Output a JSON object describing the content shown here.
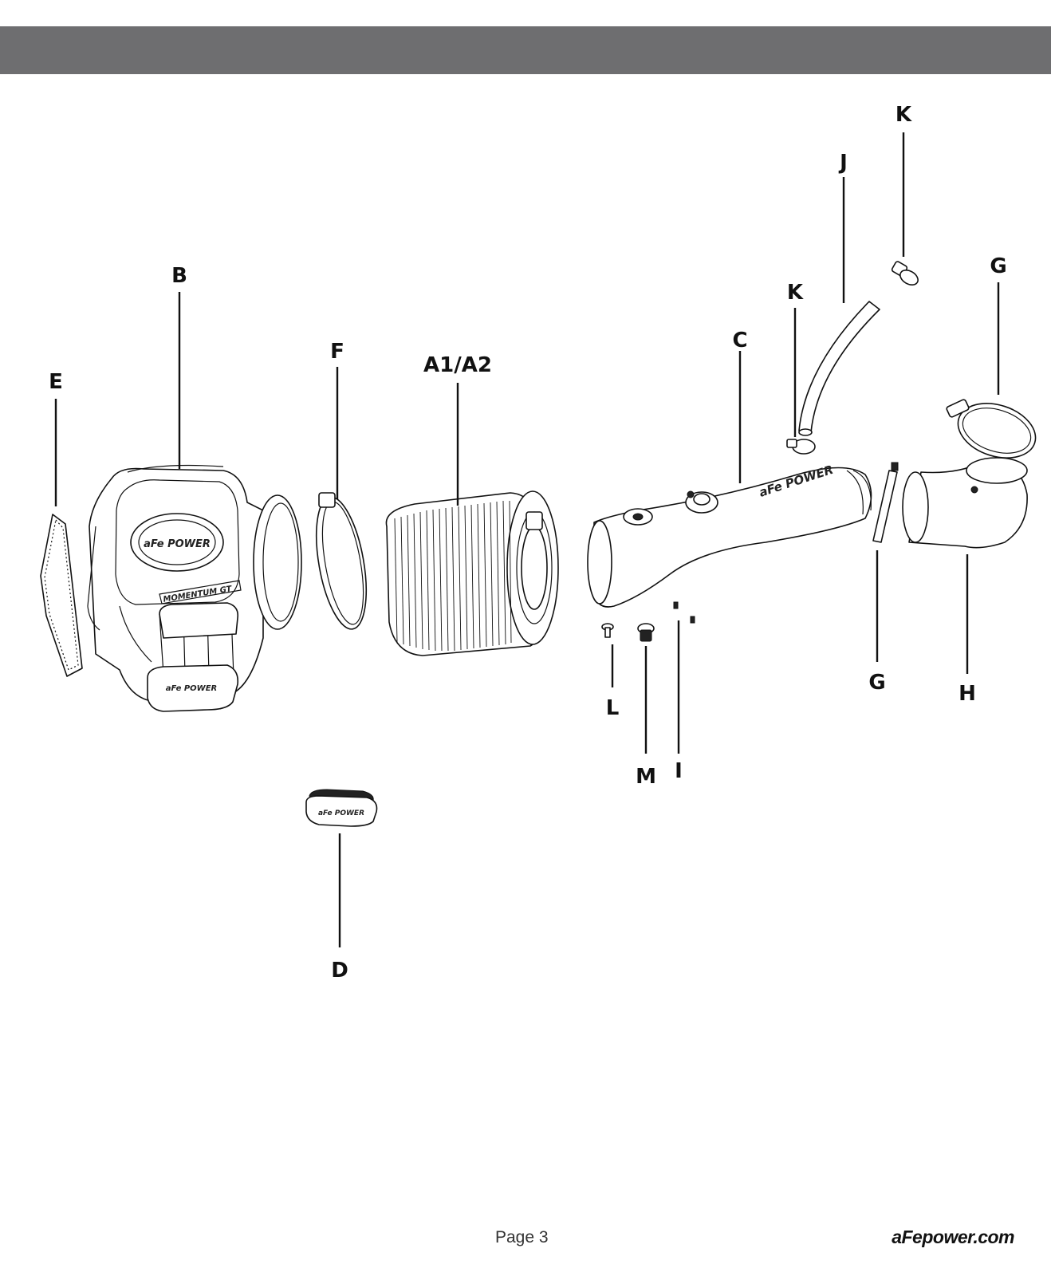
{
  "colors": {
    "header_bar": "#6e6e70"
  },
  "labels": {
    "A": "A1/A2",
    "B": "B",
    "C": "C",
    "D": "D",
    "E": "E",
    "F": "F",
    "G": "G",
    "H": "H",
    "I": "I",
    "J": "J",
    "K": "K",
    "L": "L",
    "M": "M"
  },
  "footer": {
    "page": "Page 3",
    "site": "aFepower.com"
  }
}
